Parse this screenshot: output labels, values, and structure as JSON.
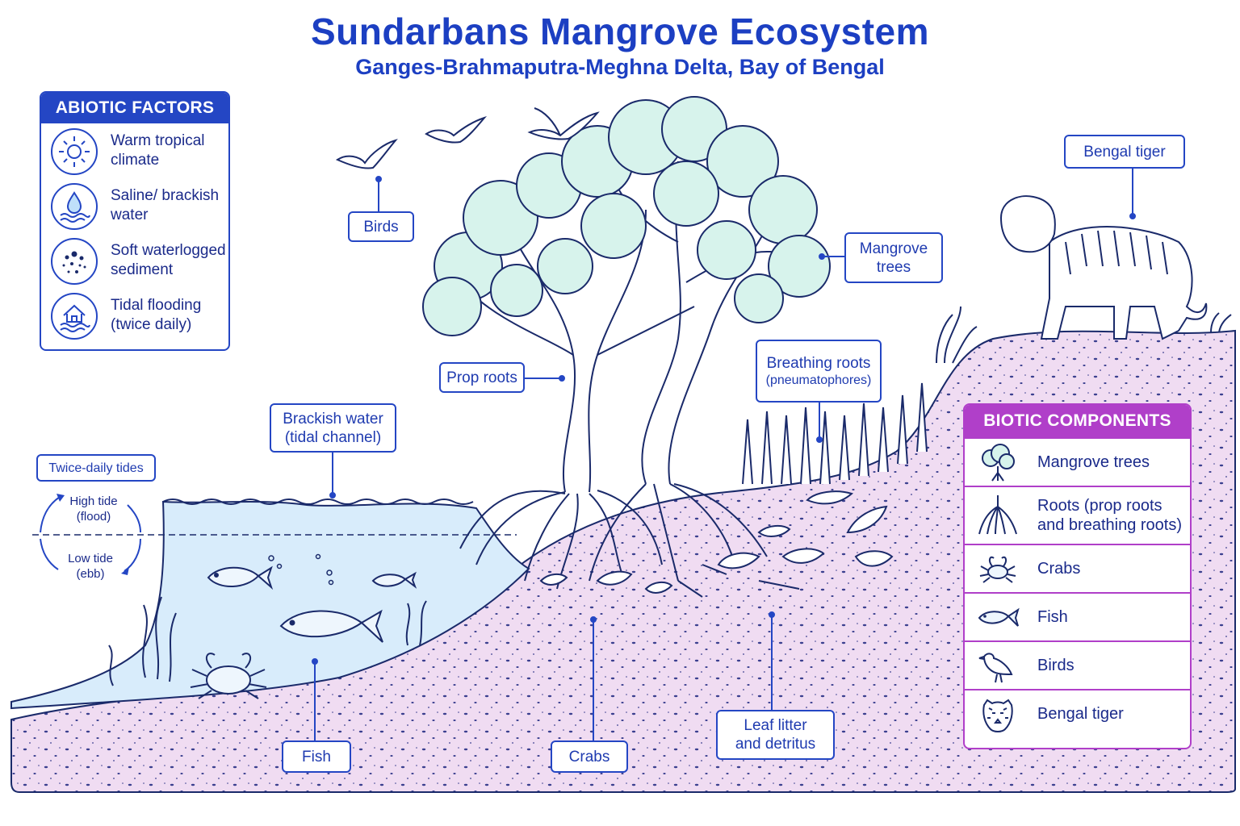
{
  "title": "Sundarbans Mangrove Ecosystem",
  "subtitle": "Ganges-Brahmaputra-Meghna Delta, Bay of Bengal",
  "abiotic": {
    "heading": "ABIOTIC FACTORS",
    "items": [
      {
        "text": "Warm tropical climate",
        "icon": "sun-icon"
      },
      {
        "text": "Saline/ brackish water",
        "icon": "water-drop-icon"
      },
      {
        "text": "Soft waterlogged sediment",
        "icon": "sediment-icon"
      },
      {
        "text": "Tidal flooding (twice daily)",
        "icon": "flooding-house-icon"
      }
    ]
  },
  "biotic": {
    "heading": "BIOTIC COMPONENTS",
    "items": [
      {
        "text": "Mangrove trees",
        "icon": "tree-icon"
      },
      {
        "text": "Roots (prop roots and breathing roots)",
        "icon": "roots-icon"
      },
      {
        "text": "Crabs",
        "icon": "crab-icon"
      },
      {
        "text": "Fish",
        "icon": "fish-icon"
      },
      {
        "text": "Birds",
        "icon": "bird-icon"
      },
      {
        "text": "Bengal tiger",
        "icon": "tiger-icon"
      }
    ]
  },
  "labels": {
    "birds": "Birds",
    "bengal_tiger": "Bengal tiger",
    "mangrove_trees": "Mangrove trees",
    "prop_roots": "Prop roots",
    "breathing_roots": "Breathing roots",
    "pneumatophores": "(pneumatophores)",
    "brackish_water": "Brackish water",
    "tidal_channel": "(tidal channel)",
    "twice_daily_tides": "Twice-daily tides",
    "high_tide": "High tide",
    "flood": "(flood)",
    "low_tide": "Low tide",
    "ebb": "(ebb)",
    "fish": "Fish",
    "crabs": "Crabs",
    "leaf_litter": "Leaf litter and detritus"
  },
  "colors": {
    "accent_blue": "#2446c4",
    "accent_purple": "#b03fc9",
    "water": "#d8ecfb",
    "soil": "#f0dcf2",
    "foliage": "#d7f3ec"
  }
}
